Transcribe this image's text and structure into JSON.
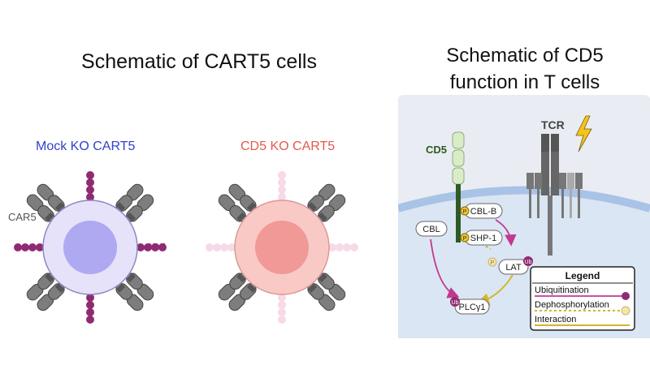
{
  "left_panel": {
    "title": "Schematic of CART5 cells",
    "mock_label": "Mock KO CART5",
    "ko_label": "CD5 KO CART5",
    "car5_label": "CAR5",
    "cd5_label": "CD5"
  },
  "right_panel": {
    "title_line1": "Schematic of CD5",
    "title_line2": "function in T cells",
    "cd5_label": "CD5",
    "tcr_label": "TCR",
    "nodes": {
      "cbl_b": "CBL-B",
      "cbl": "CBL",
      "shp1": "SHP-1",
      "lat": "LAT",
      "plcg1": "PLCγ1",
      "p": "P",
      "ub": "Ub"
    },
    "legend": {
      "title": "Legend",
      "items": [
        "Ubiquitination",
        "Dephosphorylation",
        "Interaction"
      ]
    }
  },
  "colors": {
    "mock_title": "#3340c9",
    "ko_title": "#e35a4c",
    "cd5_magenta": "#8f2b72",
    "ubiquitination": "#c0398f",
    "interaction": "#d4b52a",
    "cd5_green": "#2e5a24"
  }
}
